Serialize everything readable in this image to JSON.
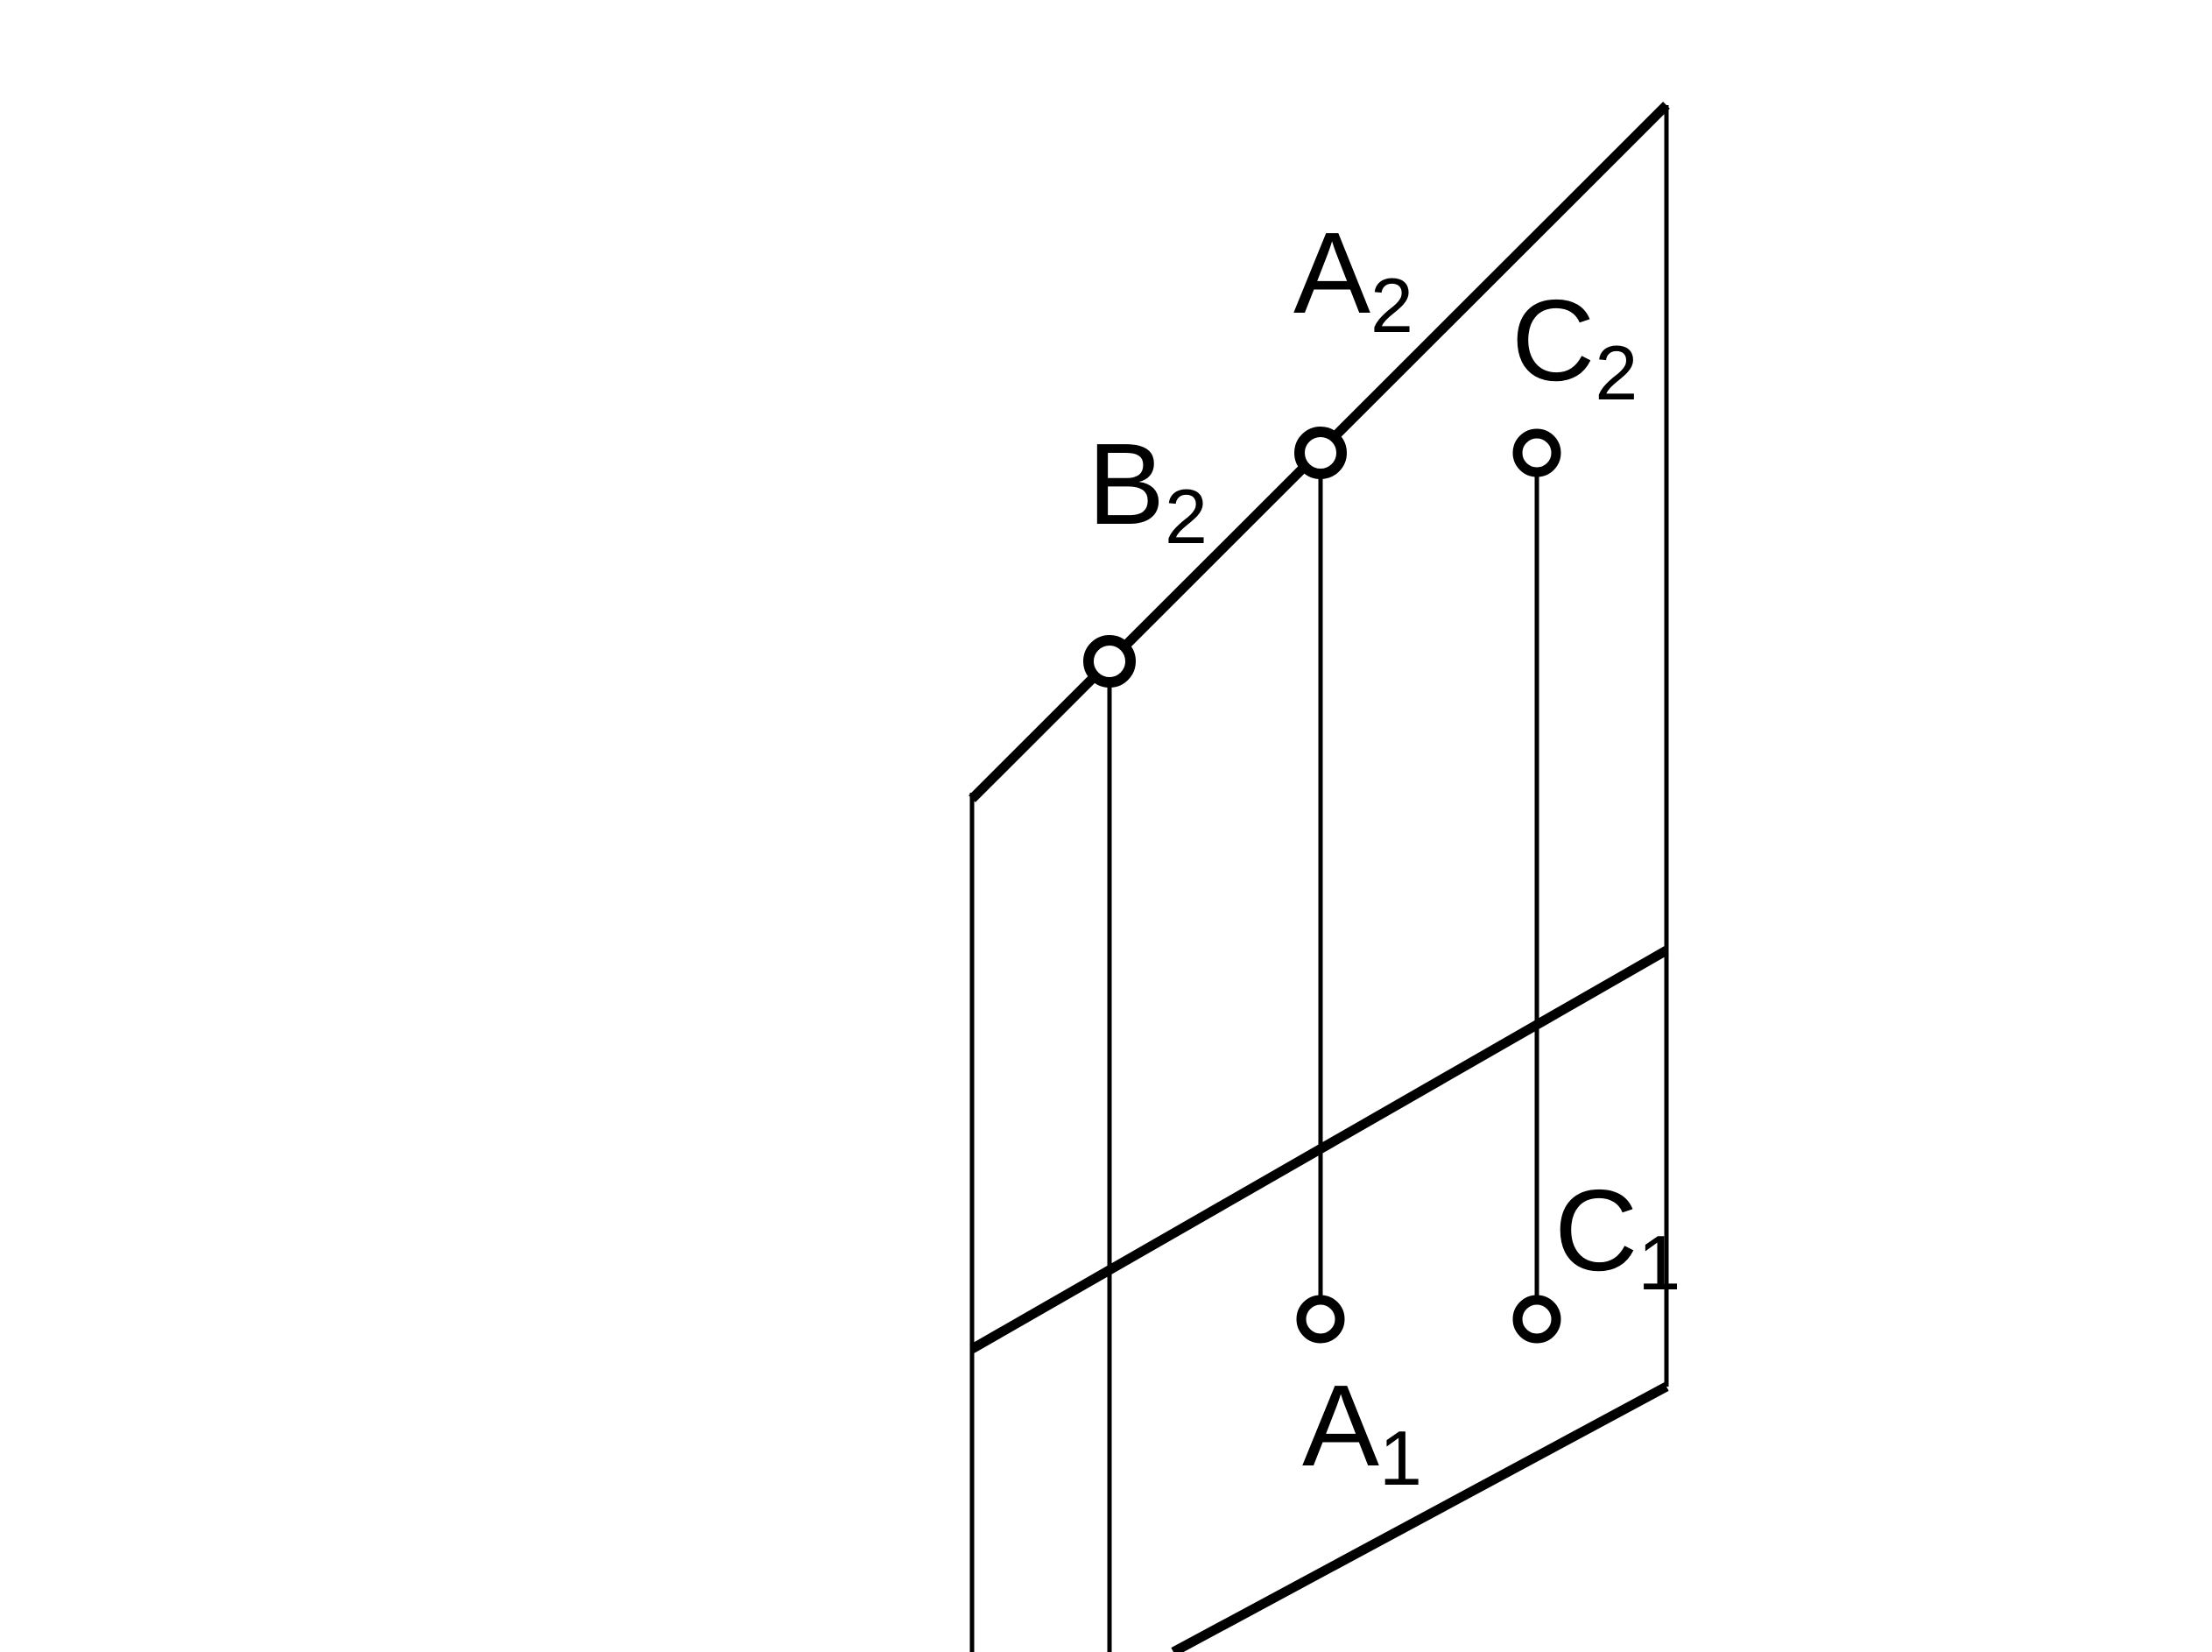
{
  "labels": {
    "A2": {
      "main": "A",
      "sub": "2"
    },
    "B2": {
      "main": "B",
      "sub": "2"
    },
    "C2": {
      "main": "C",
      "sub": "2"
    },
    "C1": {
      "main": "C",
      "sub": "1"
    },
    "A1": {
      "main": "A",
      "sub": "1"
    }
  },
  "colors": {
    "ink": "#000000",
    "background": "#ffffff"
  }
}
